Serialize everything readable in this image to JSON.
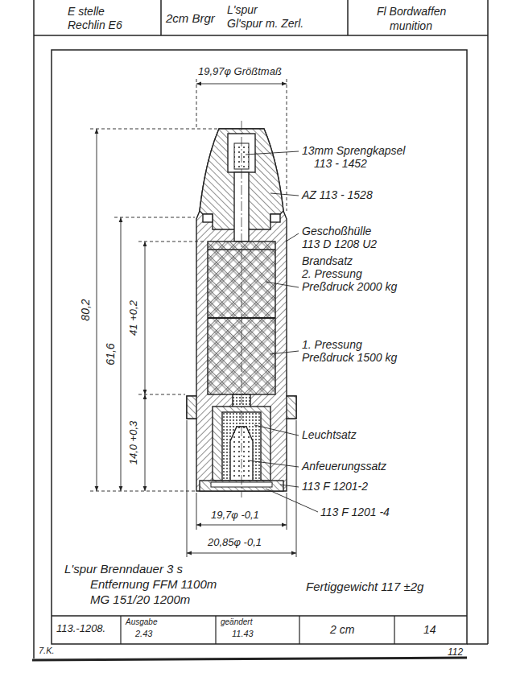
{
  "diagram": {
    "labels": [
      "E stelle",
      "Rechlin E6",
      "2cm Brgr",
      "L'spur",
      "Gl'spur m. Zerl.",
      "Fl Bordwaffen",
      "munition",
      "19,97φ Größtmaß",
      "13mm Sprengkapsel",
      "113 - 1452",
      "AZ 113 - 1528",
      "Geschoßhülle",
      "113 D 1208 U2",
      "Brandsatz",
      "2. Pressung",
      "Preßdruck 2000 kg",
      "1. Pressung",
      "Preßdruck 1500 kg",
      "Leuchtsatz",
      "Anfeuerungssatz",
      "113 F 1201-2",
      "113 F 1201 -4",
      "80,2",
      "61,6",
      "41 +0,2",
      "14,0 +0,3",
      "19,7φ -0,1",
      "20,85φ -0,1",
      "L'spur Brenndauer 3 s",
      "Entfernung FFM 1100m",
      "MG 151/20 1200m",
      "Fertiggewicht 117 ±2g",
      "113.-1208.",
      "Ausgabe",
      "2.43",
      "geändert",
      "11.43",
      "2 cm",
      "14",
      "7.K.",
      "112"
    ]
  }
}
